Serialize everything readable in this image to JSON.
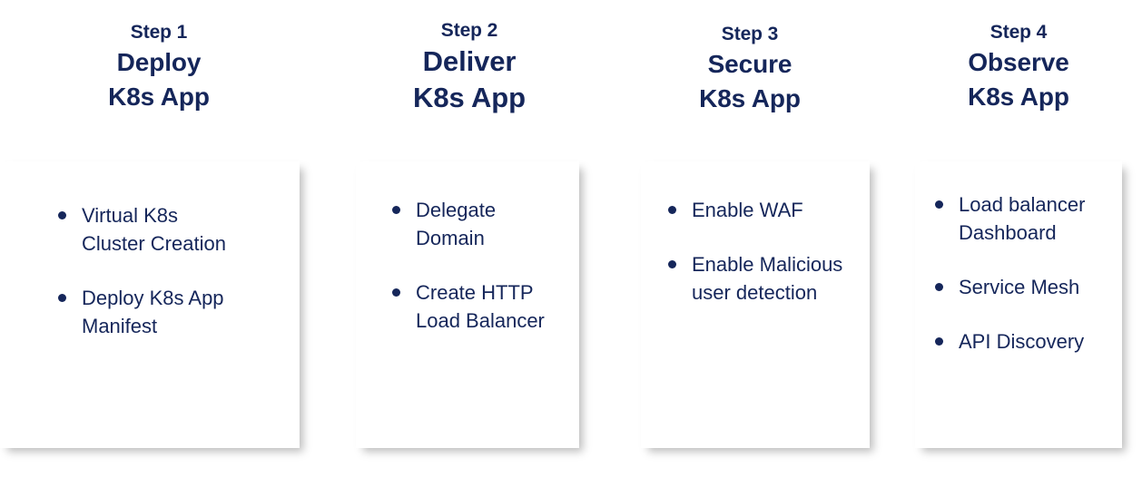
{
  "theme": {
    "navy": "#15265a",
    "card_background": "#ffffff",
    "page_background": "#ffffff"
  },
  "steps": [
    {
      "label": "Step 1",
      "title_line1": "Deploy",
      "title_line2": "K8s App",
      "bullets": [
        "Virtual K8s\nCluster Creation",
        "Deploy K8s App\nManifest"
      ]
    },
    {
      "label": "Step 2",
      "title_line1": "Deliver",
      "title_line2": "K8s App",
      "bullets": [
        "Delegate\nDomain",
        "Create HTTP\nLoad Balancer"
      ]
    },
    {
      "label": "Step 3",
      "title_line1": "Secure",
      "title_line2": "K8s App",
      "bullets": [
        "Enable WAF",
        "Enable Malicious\nuser detection"
      ]
    },
    {
      "label": "Step 4",
      "title_line1": "Observe",
      "title_line2": "K8s App",
      "bullets": [
        "Load balancer\nDashboard",
        "Service Mesh",
        "API Discovery"
      ]
    }
  ]
}
